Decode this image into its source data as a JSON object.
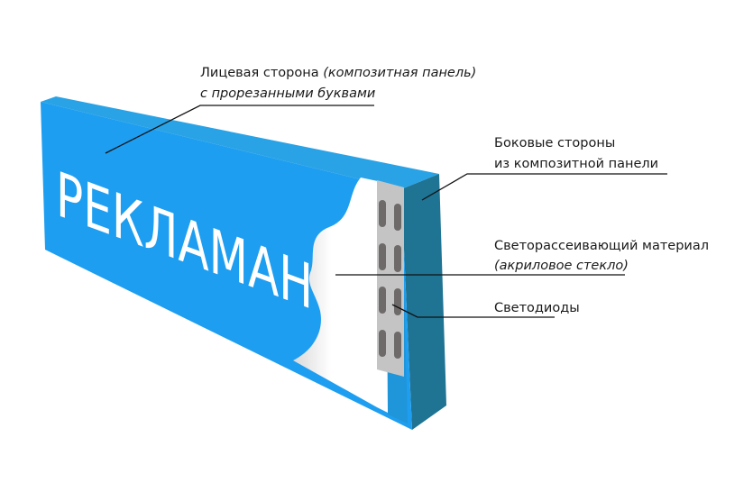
{
  "sign_text": "РЕКЛАМАН",
  "labels": {
    "face": {
      "line1": "Лицевая сторона ",
      "line1_italic": "(композитная панель)",
      "line2": "с прорезанными буквами"
    },
    "sides": {
      "line1": "Боковые стороны",
      "line2": "из композитной панели"
    },
    "diffuser": {
      "line1": "Светорассеивающий материал",
      "line2": "(акриловое стекло)"
    },
    "leds": {
      "line1": "Светодиоды"
    }
  },
  "colors": {
    "front": "#1e9ef0",
    "top": "#29a3e6",
    "side": "#1f7393",
    "strip": "#c4c4c4",
    "led": "#6e6a6a"
  }
}
